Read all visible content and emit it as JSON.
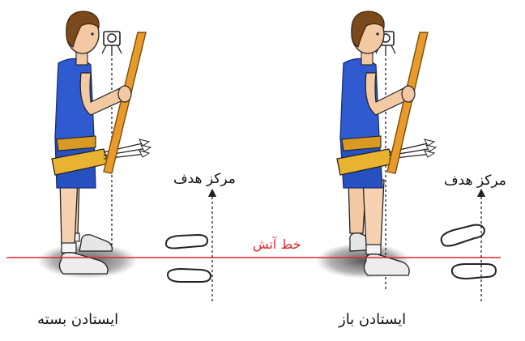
{
  "labels": {
    "fire_line": "خط آتش",
    "target_center_left": "مرکز هدف",
    "target_center_right": "مرکز هدف",
    "closed_stance": "ایستادن بسته",
    "open_stance": "ایستادن باز"
  },
  "colors": {
    "fire_line": "#e0262b",
    "singlet": "#2750c0",
    "bow": "#e89a2a",
    "quiver": "#e8b330",
    "skin": "#f3c9a4",
    "hair": "#7a4a1c"
  }
}
